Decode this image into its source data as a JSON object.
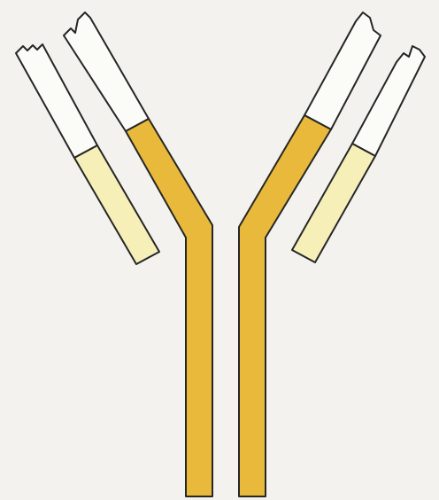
{
  "diagram": {
    "background": "#f3f2ee",
    "colors": {
      "heavy_chain": "#e8b93a",
      "light_chain_constant": "#f6f0b8",
      "variable_region": "#fbfbf8",
      "outline": "#262626"
    },
    "parts": [
      "heavy-chain-left",
      "heavy-chain-right",
      "light-chain-left",
      "light-chain-right"
    ]
  }
}
